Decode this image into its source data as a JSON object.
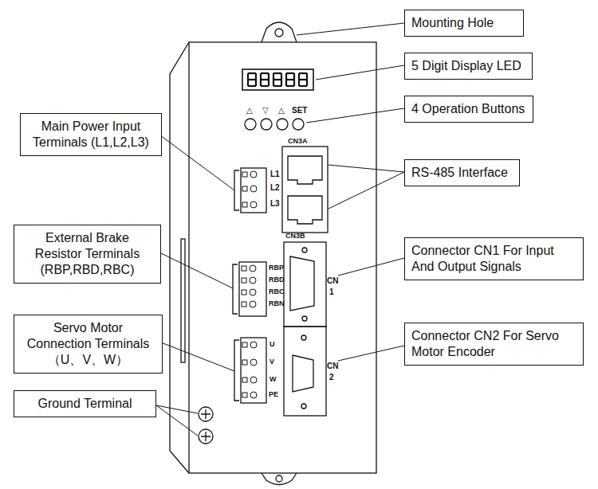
{
  "diagram": {
    "nodes": [
      {
        "text": [
          "Mounting Hole"
        ]
      },
      {
        "text": [
          "5 Digit Display LED"
        ]
      },
      {
        "text": [
          "4 Operation Buttons"
        ]
      },
      {
        "text": [
          "Main Power Input Terminals (L1,L2,L3)"
        ]
      },
      {
        "text": [
          "RS-485 Interface"
        ]
      },
      {
        "text": [
          "External Brake Resistor Terminals (RBP,RBD,RBC)"
        ]
      },
      {
        "text": [
          "Connector CN1 For Input And Output Signals"
        ]
      },
      {
        "text": [
          "Servo Motor Connection Terminals （U、V、W）"
        ]
      },
      {
        "text": [
          "Connector CN2 For Servo Motor Encoder"
        ]
      },
      {
        "text": [
          "Ground Terminal"
        ]
      }
    ],
    "labels": [
      "△",
      "▽",
      "△",
      "SET",
      "CN3A",
      "L1",
      "L2",
      "L3",
      "RBP",
      "RBD",
      "RBC",
      "RBN",
      "CN3B",
      "CN",
      "1",
      "U",
      "V",
      "W",
      "PE",
      "CN",
      "2"
    ]
  }
}
